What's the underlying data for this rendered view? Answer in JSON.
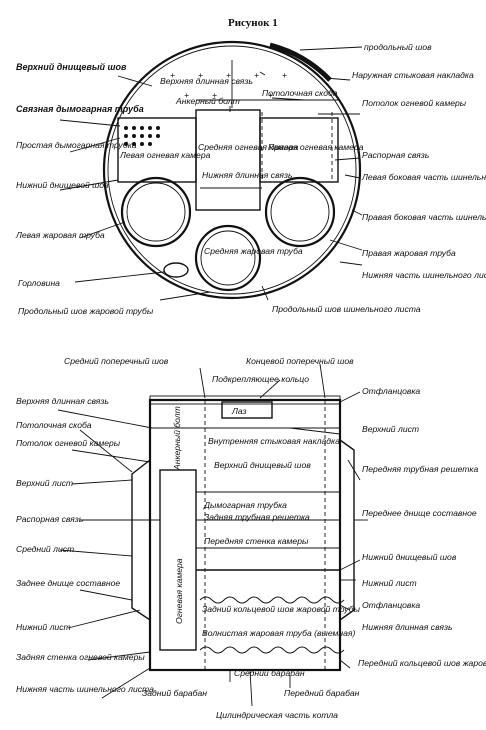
{
  "title": "Рисунок 1",
  "top_view": {
    "labels": {
      "longitudinal_seam_top": "продольный шов",
      "top_head_seam": "Верхний днищевый шов",
      "top_long_stay": "Верхняя длинная связь",
      "outer_butt_strap": "Наружная стыковая накладка",
      "anchor_bolt": "Анкерный болт",
      "ceiling_bracket": "Потолочная скоба",
      "firebox_crown": "Потолок огневой камеры",
      "tie_flue_tube": "Связная дымогарная труба",
      "plain_flue_tube": "Простая дымогарная трубка",
      "left_firebox": "Левая огневая камера",
      "middle_firebox": "Средняя огневая камера",
      "right_firebox": "Правая огневая камера",
      "spreading_stay": "Распорная связь",
      "left_side_shell": "Левая боковая часть шинельного листа",
      "bottom_head_seam": "Нижний днищевой шов",
      "bottom_long_stay": "Нижняя длинная связь",
      "right_side_shell": "Правая боковая часть шинельного листа",
      "left_furnace": "Левая жаровая труба",
      "middle_furnace": "Средняя жаровая труба",
      "right_furnace": "Правая жаровая труба",
      "bottom_shell": "Нижняя часть шинельного листа",
      "manhole": "Горловина",
      "furnace_long_seam": "Продольный шов жаровой трубы",
      "shell_long_seam": "Продольный шов шинельного листа"
    }
  },
  "side_view": {
    "labels": {
      "middle_circ_seam": "Средний поперечный шов",
      "end_circ_seam": "Концевой поперечный шов",
      "stiffening_ring": "Подкрепляющее кольцо",
      "flanging_top": "Отфланцовка",
      "top_long_stay": "Верхняя длинная связь",
      "manhole": "Лаз",
      "ceiling_bracket": "Потолочная скоба",
      "firebox_crown": "Потолок огневой камеры",
      "anchor_bolt": "Анкерный болт",
      "inner_butt_strap": "Внутренняя стыковая накладка",
      "top_head_seam": "Верхний днищевый шов",
      "top_sheet": "Верхний лист",
      "front_tube_plate": "Передняя трубная решетка",
      "top_sheet_left": "Верхний лист",
      "flue_tube": "Дымогарная трубка",
      "rear_tube_plate": "Задняя трубная решетка",
      "front_firebox_wall": "Передняя стенка камеры",
      "front_head_composite": "Переднее днище составное",
      "spreading_stay": "Распорная связь",
      "middle_sheet": "Средний лист",
      "bottom_head_seam": "Нижний днищевый шов",
      "bottom_sheet_right": "Нижний лист",
      "rear_head_composite": "Заднее днище составное",
      "firebox_vertical": "Огневая камера",
      "flanging_bottom": "Отфланцовка",
      "rear_ring_seam": "Задний кольцевой шов жаровой трубы",
      "corrugated_furnace": "Волнистая жаровая труба (выемная)",
      "bottom_long_stay": "Нижняя длинная связь",
      "bottom_sheet_left": "Нижний лист",
      "rear_firebox_wall": "Задняя стенка огневой камеры",
      "front_ring_seam": "Передний кольцевой шов жаровой трубы",
      "middle_drum": "Средний барабан",
      "bottom_shell": "Нижняя часть шинельного листа",
      "rear_drum": "Задний барабан",
      "front_drum": "Передний барабан",
      "cylindrical_part": "Цилиндрическая часть котла"
    }
  }
}
